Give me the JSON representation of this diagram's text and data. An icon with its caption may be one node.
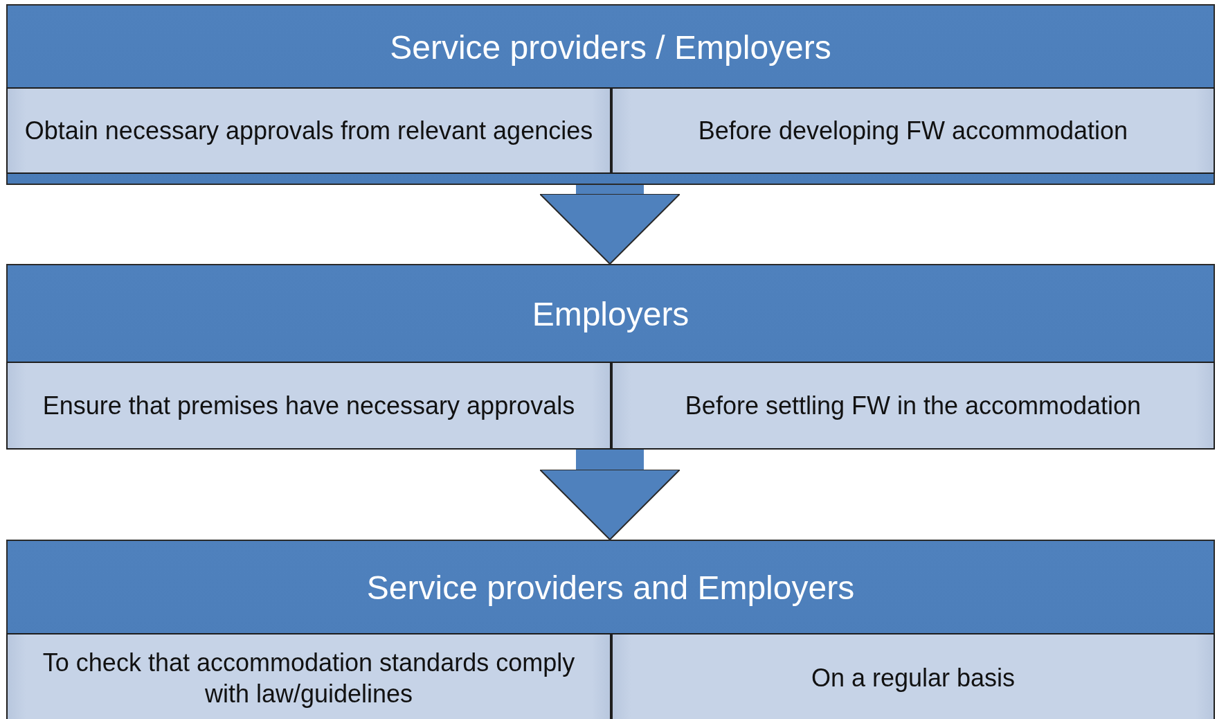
{
  "diagram": {
    "nodes": [
      {
        "text": [
          "Service providers / Employers"
        ]
      },
      {
        "text": [
          "Obtain necessary approvals from relevant agencies"
        ],
        "in": 0
      },
      {
        "text": [
          "Before developing FW accommodation"
        ],
        "in": 0
      },
      {
        "text": [
          "Employers"
        ]
      },
      {
        "text": [
          "Ensure that premises have necessary approvals"
        ],
        "in": 3
      },
      {
        "text": [
          "Before settling FW in the accommodation"
        ],
        "in": 3
      },
      {
        "text": [
          "Service providers and Employers"
        ]
      },
      {
        "text": [
          "To check that accommodation standards comply with law/guidelines"
        ],
        "in": 6
      },
      {
        "text": [
          "On a regular basis"
        ],
        "in": 6
      }
    ],
    "edges": [
      {
        "from": 0,
        "to": 3,
        "arrow": "to"
      },
      {
        "from": 3,
        "to": 6,
        "arrow": "to"
      }
    ]
  }
}
